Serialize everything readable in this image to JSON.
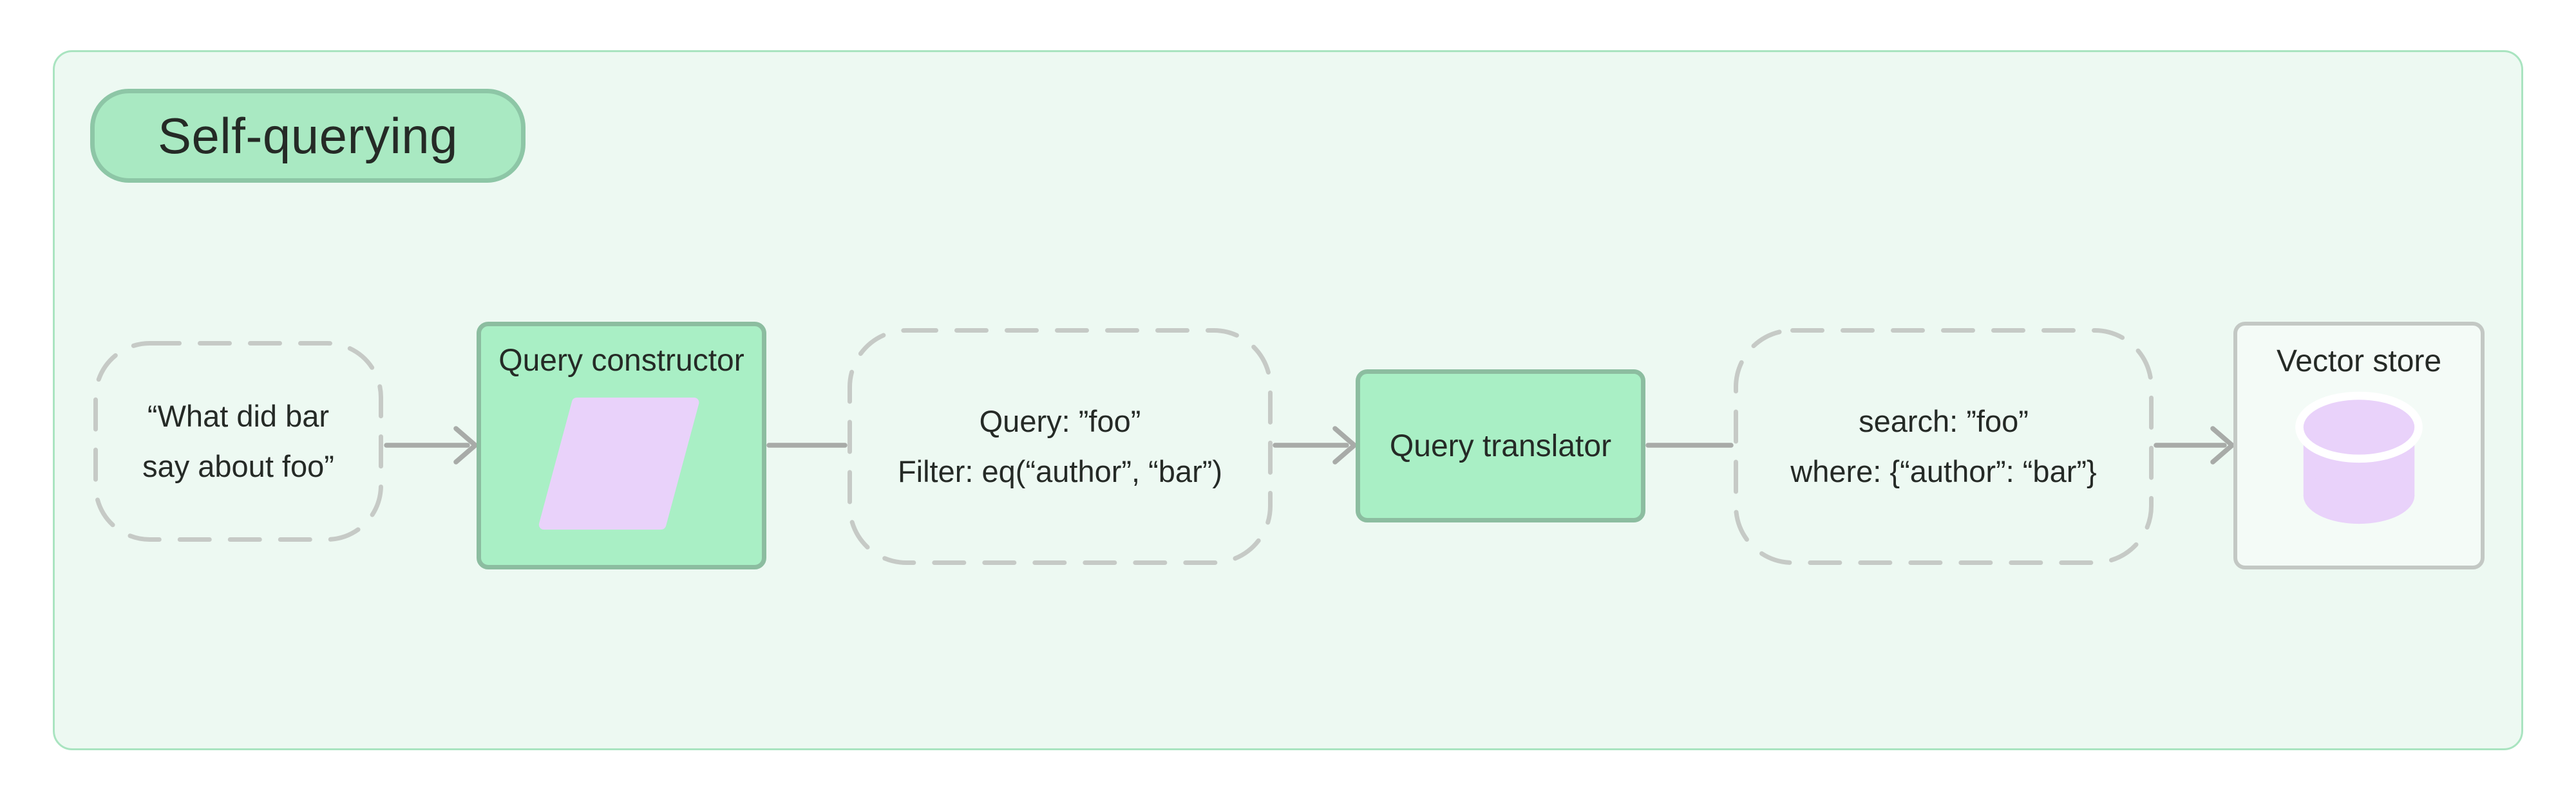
{
  "diagram": {
    "title": "Self-querying",
    "nodes": {
      "user_query": {
        "line1": "“What did bar",
        "line2": "say about foo”"
      },
      "query_constructor": {
        "label": "Query constructor"
      },
      "structured_query": {
        "line1": "Query: ”foo”",
        "line2": "Filter: eq(“author”, “bar”)"
      },
      "query_translator": {
        "label": "Query translator"
      },
      "translated_query": {
        "line1": "search: ”foo”",
        "line2": "where: {“author”: “bar”}"
      },
      "vector_store": {
        "label": "Vector store"
      }
    },
    "icons": {
      "query_constructor_icon": "parallelogram-icon",
      "vector_store_icon": "database-cylinder-icon"
    }
  },
  "colors": {
    "page_bg": "#ffffff",
    "panel_bg": "#edf9f2",
    "panel_border": "#a9e4c0",
    "badge_bg": "#a9e9c2",
    "badge_border": "#8dc6a6",
    "node_bg": "#a9efc5",
    "node_border": "#8cbda0",
    "store_bg": "#f4fbf7",
    "store_border": "#c3c8c4",
    "dashed_border": "#c6cac6",
    "connector": "#a8aba8",
    "accent_purple": "#e9d2fa",
    "text": "#252a26"
  }
}
